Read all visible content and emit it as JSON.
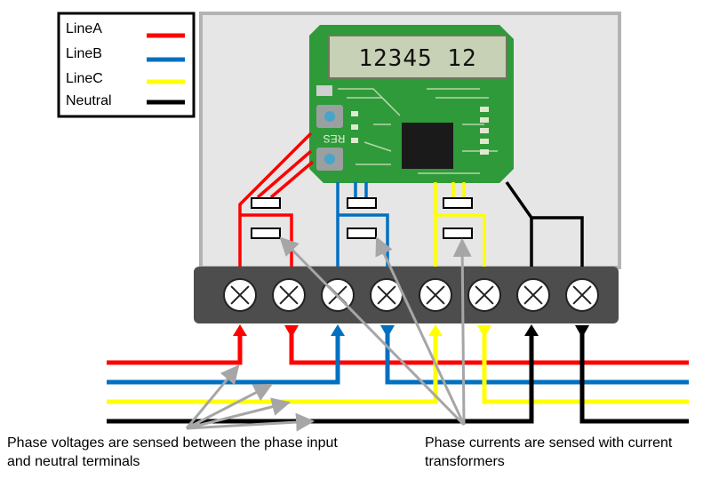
{
  "legend": {
    "items": [
      {
        "label": "LineA",
        "color": "#ff0000"
      },
      {
        "label": "LineB",
        "color": "#0070c0"
      },
      {
        "label": "LineC",
        "color": "#ffff00"
      },
      {
        "label": "Neutral",
        "color": "#000000"
      }
    ]
  },
  "board": {
    "lcd_text": "12345 12",
    "silk_text": "RES"
  },
  "terminal_count": 8,
  "captions": {
    "voltage": {
      "line1": "Phase voltages are sensed between the phase input",
      "line2": "and neutral terminals"
    },
    "current": {
      "line1": "Phase currents are sensed with current",
      "line2": "transformers"
    }
  },
  "colors": {
    "meter_housing": "#e6e6e6",
    "meter_border": "#b3b3b3",
    "terminal_block": "#4d4d4d",
    "pcb_green": "#2f9a3a",
    "arrow_gray": "#a6a6a6"
  }
}
